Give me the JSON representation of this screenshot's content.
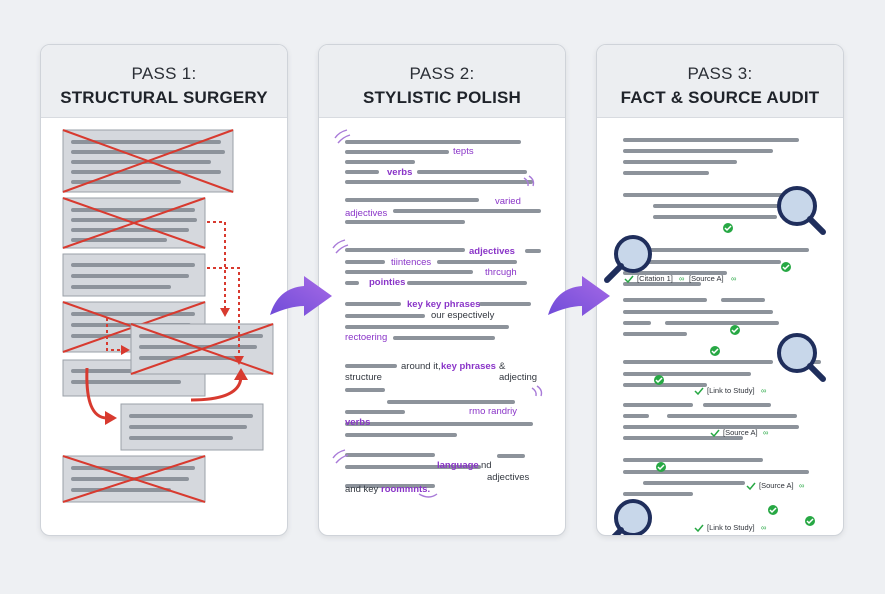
{
  "passes": [
    {
      "label": "PASS 1:",
      "title": "STRUCTURAL SURGERY"
    },
    {
      "label": "PASS 2:",
      "title": "STYLISTIC POLISH"
    },
    {
      "label": "PASS 3:",
      "title": "FACT & SOURCE AUDIT"
    }
  ],
  "polish_words": {
    "w1": "tepts",
    "w2": "verbs",
    "w3": "varied",
    "w4": "adjectives",
    "w5": "adjectives",
    "w6": "tiintences",
    "w7": "thrcugh",
    "w8": "pointies",
    "w9": "key key phrases",
    "w10": "our espectively",
    "w11": "rectoering",
    "w12": "around it,",
    "w13": "key phrases",
    "w14": "&",
    "w15": "adjecting",
    "w16": "structure",
    "w17": "rmo randriy",
    "w18": "verbs",
    "w19": "language",
    "w20": "nd",
    "w21": "adjectives",
    "w22": "and key",
    "w23": "roommnts."
  },
  "audit_citations": {
    "c1": "[Citation 1]",
    "c2": "[Source A]",
    "c3": "[Link to Study]",
    "c4": "[Source A]",
    "c5": "[Source A]",
    "c6": "[Link to Study]"
  },
  "colors": {
    "accent_purple": "#8a35c8",
    "arrow_red": "#d83a2f",
    "check_green": "#27a844",
    "magnifier_navy": "#1f2e5c"
  }
}
